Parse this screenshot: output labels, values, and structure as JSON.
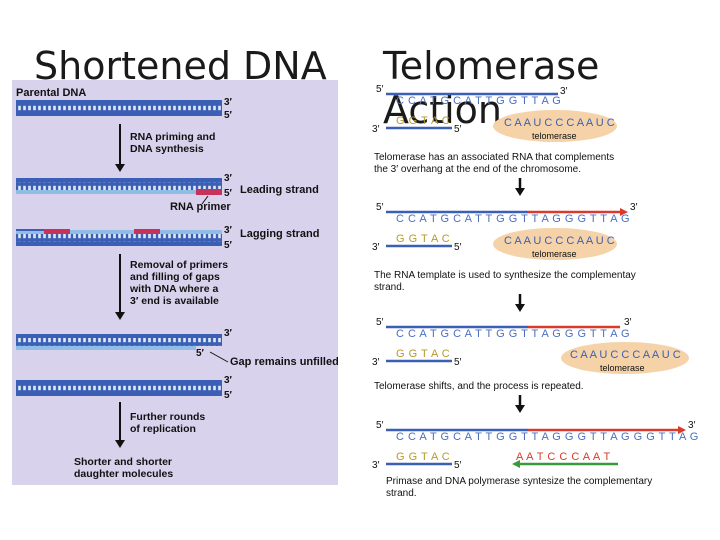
{
  "headings": {
    "left": "Shortened DNA",
    "right": "Telomerase Action"
  },
  "left_panel": {
    "title": "Parental DNA",
    "step1": [
      "RNA priming and",
      "DNA synthesis"
    ],
    "leading_strand": "Leading strand",
    "rna_primer": "RNA primer",
    "lagging_strand": "Lagging strand",
    "step2": [
      "Removal of primers",
      "and filling of gaps",
      "with DNA where a",
      "3′ end is available"
    ],
    "gap": "Gap remains unfilled",
    "step3": [
      "Further rounds",
      "of replication"
    ],
    "final": [
      "Shorter and shorter",
      "daughter molecules"
    ],
    "prime3": "3′",
    "prime5": "5′"
  },
  "right_panel": {
    "seq1_top": "C C A T G C A T T G G T T A G",
    "seq1_bottom": "G G T A C",
    "seq2_top": "C C A T G C A T T G G T T A G G G T T A G",
    "seq3_top": "C C A T G C A T T G G T T A G G G T T A G",
    "seq4_top": "C C A T G C A T T G G T T A G G G T T A G G G T T A G",
    "rna_template": "C A A U C C C A A U C",
    "telomerase": "telomerase",
    "primer_seq": "A A T C C C A A T",
    "desc1": [
      "Telomerase has an associated RNA that complements",
      "the 3′ overhang at the end of the chromosome."
    ],
    "desc2": [
      "The RNA template is used to synthesize the complementay",
      "strand."
    ],
    "desc3": [
      "Telomerase shifts, and the process is repeated."
    ],
    "desc4": [
      "Primase and DNA polymerase syntesize the complementary",
      "strand."
    ],
    "prime3": "3′",
    "prime5": "5′"
  },
  "colors": {
    "panel_bg": "#d8d2ec",
    "dna_blue": "#3a5fb5",
    "dna_light": "#8fbde6",
    "primer_red": "#c8325a",
    "new_strand_red": "#d93a2b",
    "telomerase_oval": "#f5d2a8",
    "primer_green": "#3a9a3a"
  }
}
